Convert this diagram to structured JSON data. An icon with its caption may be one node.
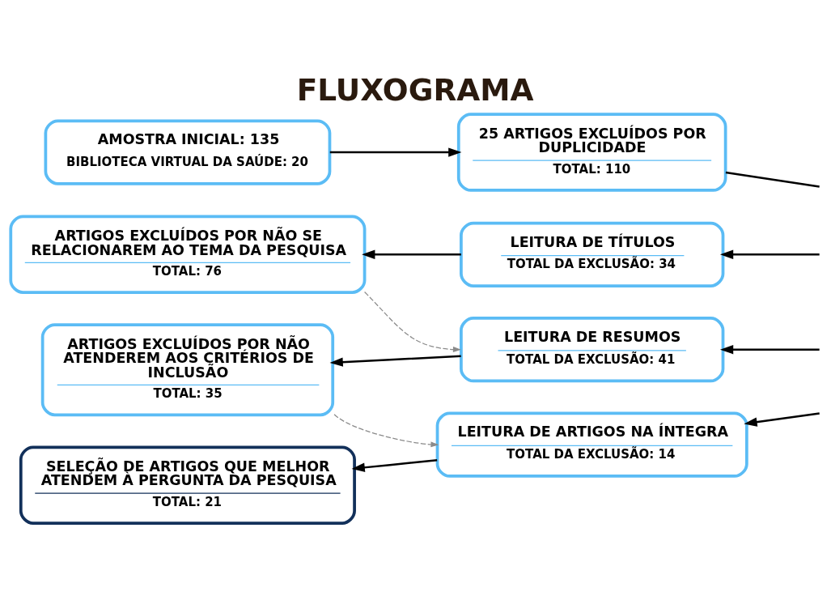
{
  "diagram": {
    "title": "FLUXOGRAMA",
    "nodes": [
      {
        "text": [
          "AMOSTRA INICIAL: 135",
          "BIBLIOTECA VIRTUAL DA SAÚDE: 20"
        ]
      },
      {
        "text": [
          "25 ARTIGOS EXCLUÍDOS POR DUPLICIDADE",
          "TOTAL: 110"
        ]
      },
      {
        "text": [
          "ARTIGOS EXCLUÍDOS POR NÃO SE RELACIONAREM AO TEMA DA PESQUISA",
          "TOTAL: 76"
        ]
      },
      {
        "text": [
          "LEITURA DE TÍTULOS",
          "TOTAL DA EXCLUSÃO: 34"
        ]
      },
      {
        "text": [
          "ARTIGOS EXCLUÍDOS POR NÃO ATENDEREM AOS CRITÉRIOS DE INCLUSÃO",
          "TOTAL: 35"
        ]
      },
      {
        "text": [
          "LEITURA DE RESUMOS",
          "TOTAL DA EXCLUSÃO: 41"
        ]
      },
      {
        "text": [
          "SELEÇÃO DE ARTIGOS QUE MELHOR ATENDEM À PERGUNTA DA PESQUISA",
          "TOTAL: 21"
        ]
      },
      {
        "text": [
          "LEITURA DE ARTIGOS NA ÍNTEGRA",
          "TOTAL DA EXCLUSÃO: 14"
        ]
      }
    ],
    "edges": [
      {
        "from": 0,
        "to": 1,
        "arrow": "to"
      },
      {
        "from": 1,
        "to": null,
        "arrow": "none"
      },
      {
        "from": null,
        "to": 3,
        "arrow": "to"
      },
      {
        "from": 3,
        "to": 2,
        "arrow": "to"
      },
      {
        "from": 2,
        "to": 5,
        "arrow": "to",
        "style": "dashed",
        "color": "#8a8a8a"
      },
      {
        "from": null,
        "to": 5,
        "arrow": "to"
      },
      {
        "from": 5,
        "to": 4,
        "arrow": "to"
      },
      {
        "from": 4,
        "to": 7,
        "arrow": "to",
        "style": "dashed",
        "color": "#8a8a8a"
      },
      {
        "from": null,
        "to": 7,
        "arrow": "to"
      },
      {
        "from": 7,
        "to": 6,
        "arrow": "to"
      }
    ]
  }
}
